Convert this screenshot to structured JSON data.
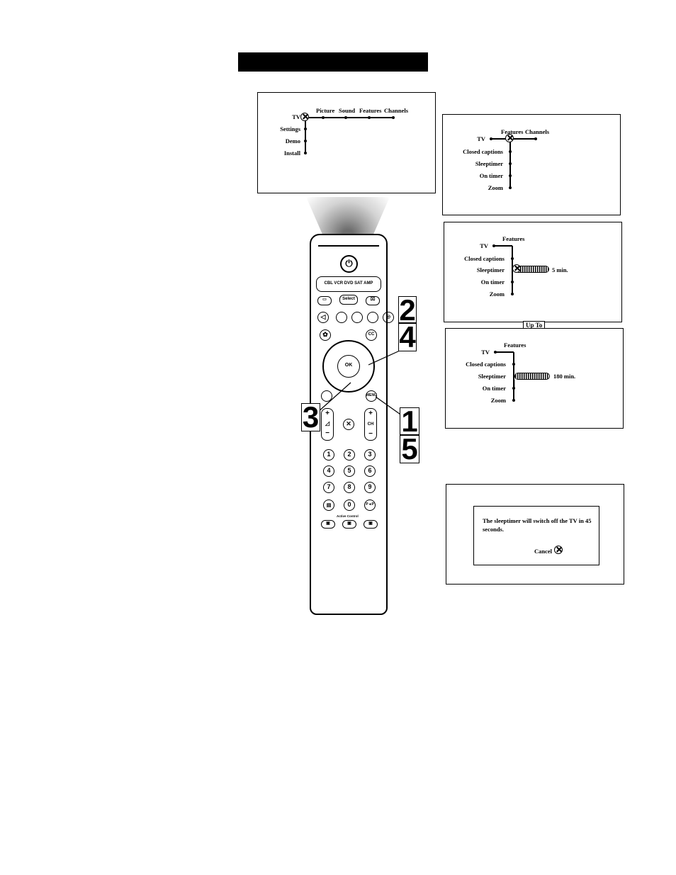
{
  "menu1": {
    "top": [
      "Picture",
      "Sound",
      "Features",
      "Channels"
    ],
    "items": [
      "TV",
      "Settings",
      "Demo",
      "Install"
    ]
  },
  "menu2": {
    "top": [
      "Features",
      "Channels"
    ],
    "items": [
      "TV",
      "Closed captions",
      "Sleeptimer",
      "On timer",
      "Zoom"
    ]
  },
  "menu3": {
    "top": "Features",
    "items": [
      "TV",
      "Closed captions",
      "Sleeptimer",
      "On timer",
      "Zoom"
    ],
    "value": "5 min.",
    "level": 0.06
  },
  "up_to_label": "Up To",
  "menu4": {
    "top": "Features",
    "items": [
      "TV",
      "Closed captions",
      "Sleeptimer",
      "On timer",
      "Zoom"
    ],
    "value": "180 min.",
    "level": 1.0
  },
  "message": {
    "text": "The sleeptimer will switch off the TV in 45 seconds.",
    "cancel": "Cancel"
  },
  "steps": {
    "a": "2",
    "b": "4",
    "c": "3",
    "d": "1",
    "e": "5"
  },
  "remote": {
    "sources": "CBL VCR DVD SAT AMP",
    "select": "Select",
    "cc": "CC",
    "ok": "OK",
    "menu": "MENU",
    "ch": "CH",
    "plus": "+",
    "minus": "−",
    "keys": [
      "1",
      "2",
      "3",
      "4",
      "5",
      "6",
      "7",
      "8",
      "9",
      "",
      "0",
      "P◄P"
    ],
    "active_control": "Active Control"
  }
}
